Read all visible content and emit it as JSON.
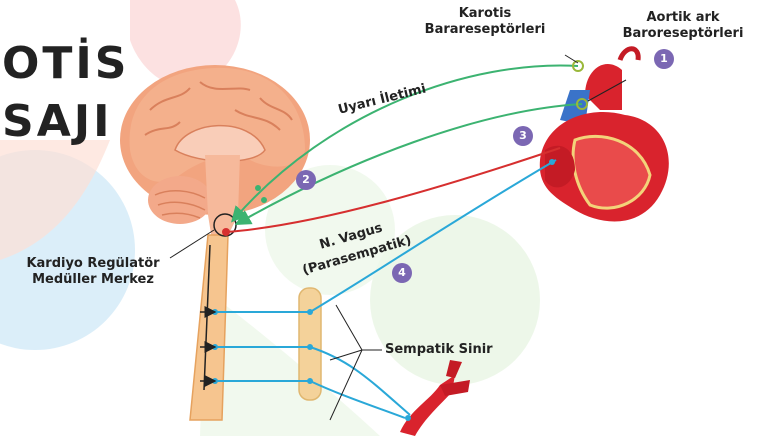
{
  "title_lines": [
    "OTİS",
    "SAJI"
  ],
  "labels": {
    "karotis": [
      "Karotis",
      "Barareseptörleri"
    ],
    "aortik": [
      "Aortik ark",
      "Baroreseptörleri"
    ],
    "uyari": "Uyarı İletimi",
    "vagus": [
      "N. Vagus",
      "(Parasempatik)"
    ],
    "merkez": [
      "Kardiyo Regülatör",
      "Medüller Merkez"
    ],
    "sempatik": "Sempatik Sinir"
  },
  "markers": [
    "1",
    "2",
    "3",
    "4"
  ],
  "colors": {
    "afferent": "#3cb371",
    "vagus": "#d62f2f",
    "sympathetic": "#2aa8d8",
    "marker": "#7b67b3"
  }
}
